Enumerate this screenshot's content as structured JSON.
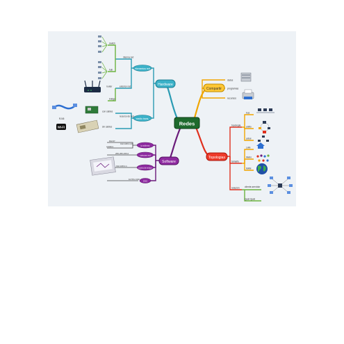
{
  "central": {
    "label": "Redes"
  },
  "branches": {
    "hardware": {
      "label": "Hardware",
      "color": "#2a9bb3"
    },
    "compartir": {
      "label": "Compartir",
      "color": "#f0a500"
    },
    "topologias": {
      "label": "Topologias",
      "color": "#e0301e"
    },
    "software": {
      "label": "Software",
      "color": "#6a1b7a"
    }
  },
  "hardware": {
    "elementos_red": {
      "label": "elementos red",
      "items": {
        "interna_red": {
          "label": "interna red",
          "children": [
            "switch",
            "hub"
          ]
        },
        "exterior_red": {
          "label": "exterior red",
          "children": [
            "router",
            "bridge"
          ]
        }
      }
    },
    "medio_trans": {
      "label": "medio trans.",
      "items": {
        "recurso_red": {
          "label": "recurso de red"
        },
        "con_cables": {
          "label": "con cables",
          "children": [
            "RJ45"
          ]
        },
        "sin_cables": {
          "label": "sin cables",
          "children": [
            "Wi-Fi"
          ]
        }
      }
    }
  },
  "compartir": {
    "items": [
      "datos",
      "programas",
      "recursos"
    ]
  },
  "topologias": {
    "topologia": {
      "label": "topologia",
      "children": [
        "bus",
        "anillo",
        "arbol"
      ]
    },
    "tamano": {
      "label": "tamaño",
      "children": [
        "LAN",
        "WAN",
        "MAN"
      ]
    },
    "relacion": {
      "label": "relación",
      "children": [
        "cliente-servidor",
        "igual-igual"
      ]
    }
  },
  "software": {
    "nodes": [
      "ip address",
      "máscara red",
      "puerta de enlace",
      "DNS"
    ],
    "values": [
      "DHCP",
      "estático",
      "192.168.0.23",
      "255.255.255.0",
      "192.168.0.1",
      "10.55.2.190"
    ]
  }
}
